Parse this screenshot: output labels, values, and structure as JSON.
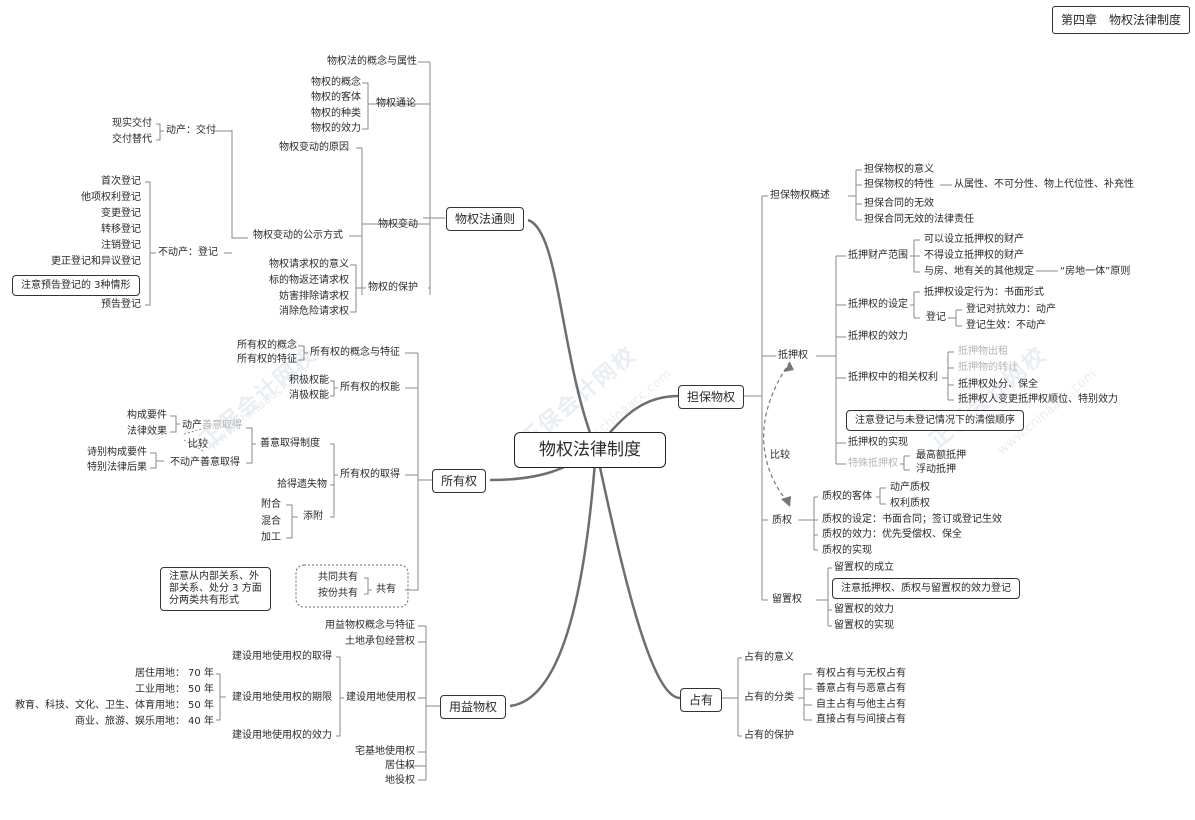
{
  "chapter": "第四章　物权法律制度",
  "center": "物权法律制度",
  "watermark": {
    "text": "正保会计网校",
    "url": "www.chinaacc.com"
  },
  "branches": {
    "general": {
      "label": "物权法通则",
      "concept": "物权法的概念与属性",
      "overview": {
        "label": "物权通论",
        "items": [
          "物权的概念",
          "物权的客体",
          "物权的种类",
          "物权的效力"
        ]
      },
      "change": {
        "label": "物权变动",
        "cause": "物权变动的原因",
        "publicity": "物权变动的公示方式",
        "movable": {
          "label": "动产：交付",
          "items": [
            "现实交付",
            "交付替代"
          ]
        },
        "immovable": {
          "label": "不动产：登记",
          "items": [
            "首次登记",
            "他项权利登记",
            "变更登记",
            "转移登记",
            "注销登记",
            "更正登记和异议登记",
            "预告登记"
          ]
        },
        "note": "注意预告登记的 3种情形"
      },
      "protection": {
        "label": "物权的保护",
        "items": [
          "物权请求权的意义",
          "标的物返还请求权",
          "妨害排除请求权",
          "消除危险请求权"
        ]
      }
    },
    "ownership": {
      "label": "所有权",
      "concept": {
        "label": "所有权的概念与特征",
        "items": [
          "所有权的概念",
          "所有权的特征"
        ]
      },
      "powers": {
        "label": "所有权的权能",
        "items": [
          "积极权能",
          "消极权能"
        ]
      },
      "acquisition": {
        "label": "所有权的取得",
        "good_faith": {
          "label": "善意取得制度",
          "movable": "动产善意取得",
          "compare": "比较",
          "immovable": "不动产善意取得",
          "movable_items": [
            "构成要件",
            "法律效果"
          ],
          "immovable_items": [
            "诗别构成要件",
            "特别法律后果"
          ],
          "faded_text": "善意取得"
        },
        "found": "拾得遗失物",
        "accession": {
          "label": "添附",
          "items": [
            "附合",
            "混合",
            "加工"
          ]
        }
      },
      "co": {
        "label": "共有",
        "items": [
          "共同共有",
          "按份共有"
        ]
      },
      "note": "注意从内部关系、外\n部关系、处分 3 方面\n分两类共有形式"
    },
    "usufruct": {
      "label": "用益物权",
      "concept": "用益物权概念与特征",
      "land_contract": "土地承包经营权",
      "construction": {
        "label": "建设用地使用权",
        "acquire": "建设用地使用权的取得",
        "term": "建设用地使用权的期限",
        "effect": "建设用地使用权的效力",
        "terms": [
          {
            "use": "居住用地：",
            "years": "70 年"
          },
          {
            "use": "工业用地：",
            "years": "50 年"
          },
          {
            "use": "教育、科技、文化、卫生、体育用地：",
            "years": "50 年"
          },
          {
            "use": "商业、旅游、娱乐用地：",
            "years": "40 年"
          }
        ]
      },
      "homestead": "宅基地使用权",
      "residence": "居住权",
      "easement": "地役权"
    },
    "security": {
      "label": "担保物权",
      "overview": {
        "label": "担保物权概述",
        "items": [
          "担保物权的意义",
          "担保物权的特性",
          "担保合同的无效",
          "担保合同无效的法律责任"
        ],
        "traits": "从属性、不可分性、物上代位性、补充性"
      },
      "mortgage": {
        "label": "抵押权",
        "scope": {
          "label": "抵押财产范围",
          "items": [
            "可以设立抵押权的财产",
            "不得设立抵押权的财产",
            "与房、地有关的其他规定"
          ],
          "rule": "“房地一体”原则"
        },
        "setup": {
          "label": "抵押权的设定",
          "act": "抵押权设定行为：书面形式",
          "reg": "登记",
          "reg_items": [
            "登记对抗效力：动产",
            "登记生效：不动产"
          ]
        },
        "effect": "抵押权的效力",
        "related": {
          "label": "抵押权中的相关权利",
          "items": [
            "抵押物出租",
            "抵押物的转让",
            "抵押权处分、保全",
            "抵押权人变更抵押权顺位、特别效力"
          ]
        },
        "note": "注意登记与未登记情况下的清偿顺序",
        "realize": "抵押权的实现",
        "special": {
          "label": "特殊抵押权",
          "items": [
            "最高额抵押",
            "浮动抵押"
          ]
        }
      },
      "compare": "比较",
      "pledge": {
        "label": "质权",
        "object": {
          "label": "质权的客体",
          "items": [
            "动产质权",
            "权利质权"
          ]
        },
        "setup": "质权的设定：书面合同；签订或登记生效",
        "effect": "质权的效力：优先受偿权、保全",
        "realize": "质权的实现"
      },
      "lien": {
        "label": "留置权",
        "items": [
          "留置权的成立",
          "留置权的效力",
          "留置权的实现"
        ],
        "note": "注意抵押权、质权与留置权的效力登记"
      }
    },
    "possession": {
      "label": "占有",
      "meaning": "占有的意义",
      "types": {
        "label": "占有的分类",
        "items": [
          "有权占有与无权占有",
          "善意占有与恶意占有",
          "自主占有与他主占有",
          "直接占有与间接占有"
        ]
      },
      "protection": "占有的保护"
    }
  },
  "colors": {
    "line": "#8a8a8a",
    "branch": "#6e6e6e",
    "text": "#2a2a2a",
    "faded": "#b5b5b5",
    "watermark": "#e8eef3"
  }
}
